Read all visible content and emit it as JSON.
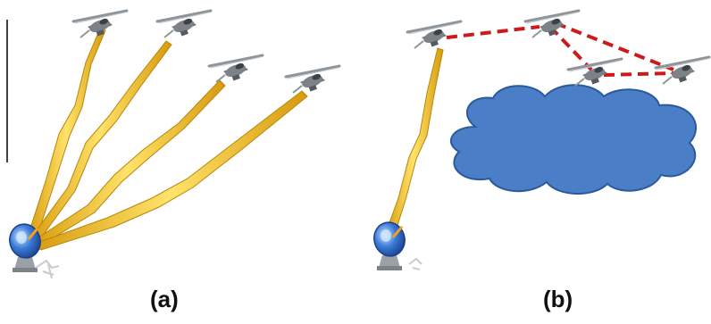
{
  "panels": [
    {
      "id": "a",
      "caption": "(a)"
    },
    {
      "id": "b",
      "caption": "(b)"
    }
  ],
  "colors": {
    "beam_fill": "#f2c21a",
    "beam_edge": "#b8860b",
    "beam_core": "#fff3a0",
    "relay_link": "#cc1a1a",
    "cloud_fill": "#4a7fc8",
    "cloud_edge": "#2c5a99",
    "drone_body": "#6e7479",
    "drone_wing": "#9aa1a6",
    "dish_blue": "#2e6ec9",
    "divider": "#000000"
  },
  "icons": [
    "uav-icon",
    "ground-station-dish-icon",
    "cloud-obstacle-icon"
  ]
}
